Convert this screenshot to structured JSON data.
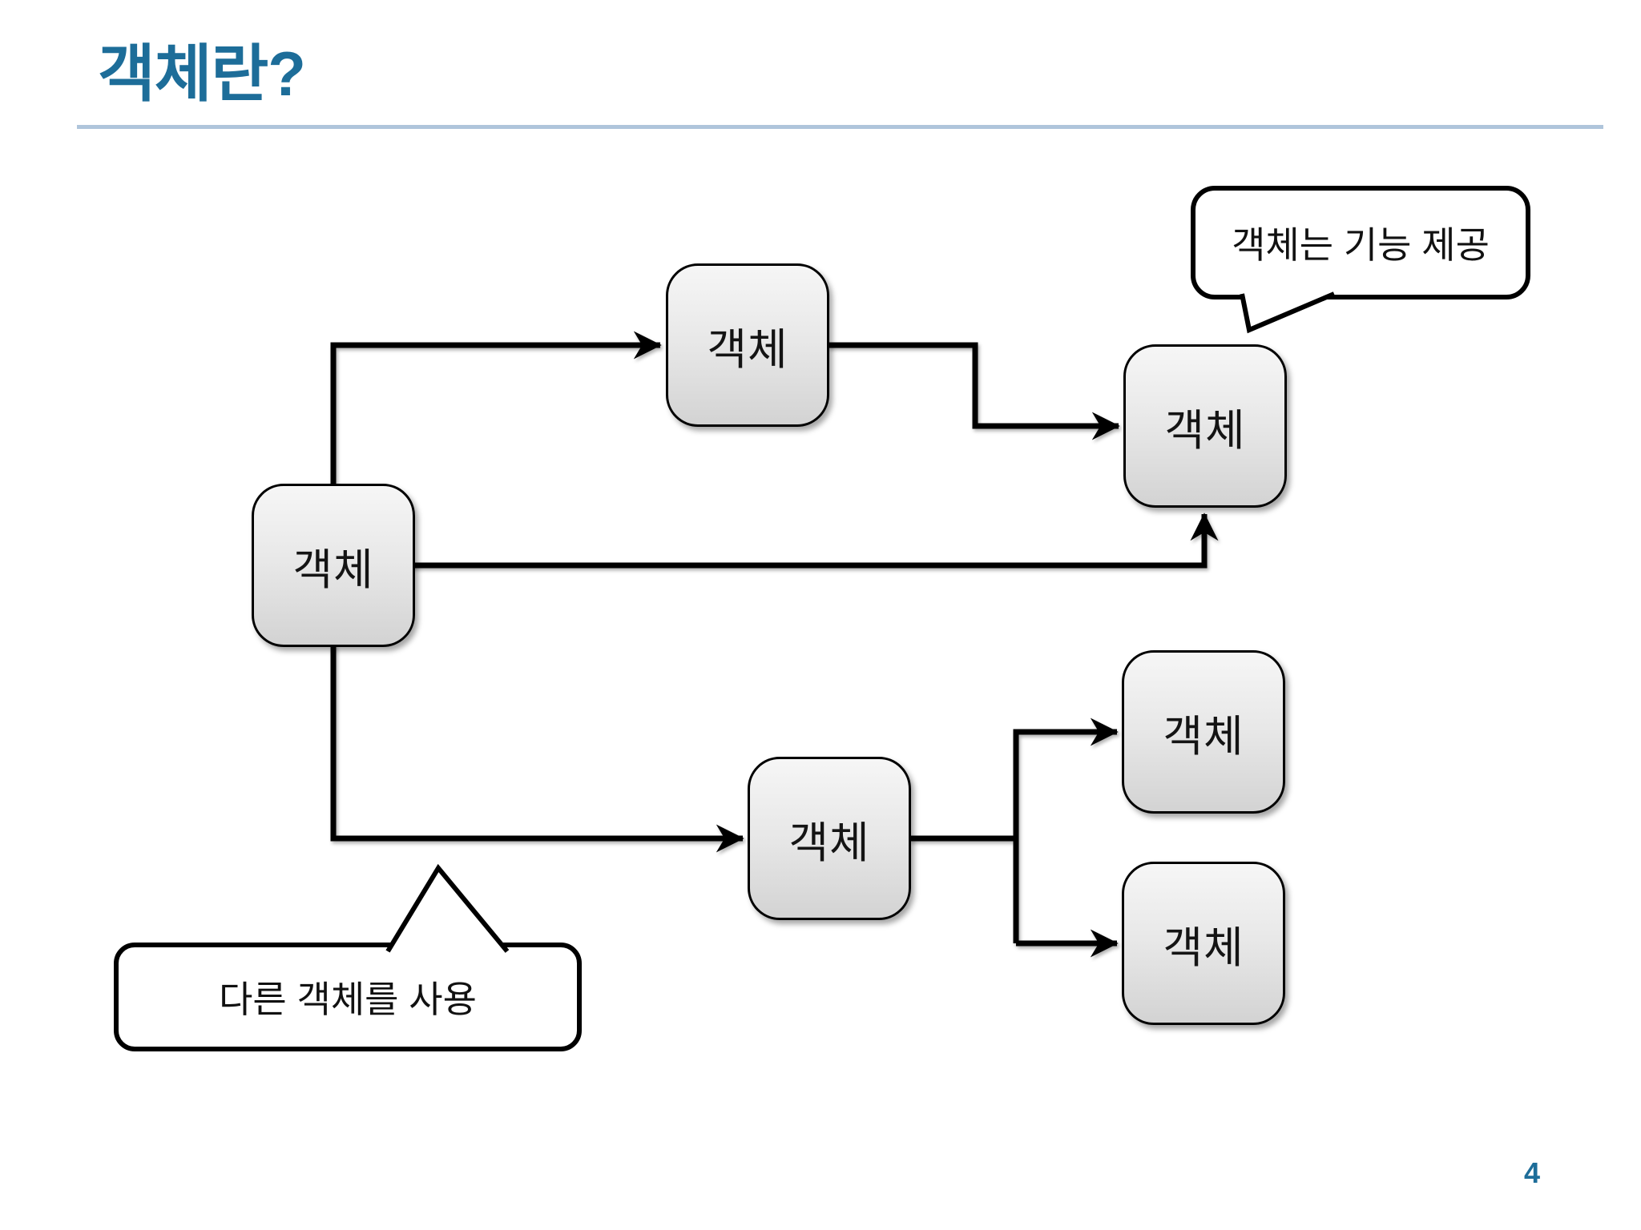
{
  "slide": {
    "title": "객체란?",
    "page_number": "4",
    "accent_color": "#1D6D99",
    "underline_color": "#AFC5DB",
    "line_color": "#000000",
    "box_border_color": "#000000",
    "box_fill_top": "#f6f6f6",
    "box_fill_bottom": "#d3d3d3"
  },
  "diagram": {
    "boxes": [
      {
        "id": "object-left",
        "label": "객체"
      },
      {
        "id": "object-top-middle",
        "label": "객체"
      },
      {
        "id": "object-top-right",
        "label": "객체"
      },
      {
        "id": "object-bottom-middle",
        "label": "객체"
      },
      {
        "id": "object-right-upper",
        "label": "객체"
      },
      {
        "id": "object-right-lower",
        "label": "객체"
      }
    ],
    "callouts": [
      {
        "id": "callout-provides-function",
        "text": "객체는 기능 제공"
      },
      {
        "id": "callout-uses-other-objects",
        "text": "다른 객체를 사용"
      }
    ]
  }
}
